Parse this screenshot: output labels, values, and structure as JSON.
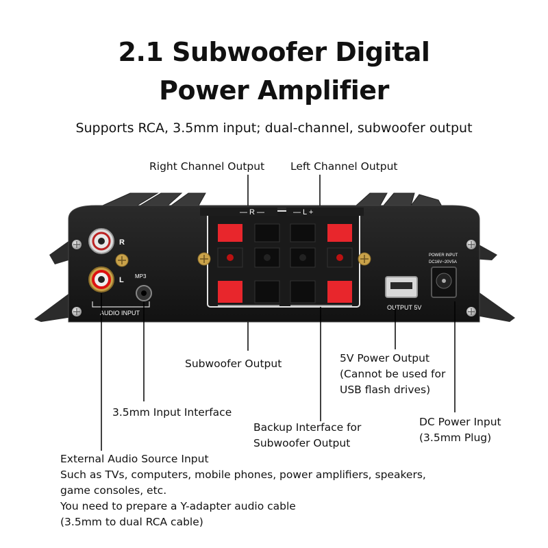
{
  "title_line1": "2.1 Subwoofer Digital",
  "title_line2": "Power Amplifier",
  "subtitle": "Supports RCA, 3.5mm input; dual-channel, subwoofer output",
  "device": {
    "panel_marks": {
      "r": "R",
      "l": "L",
      "left_group": "— R —",
      "right_group": "— L +",
      "plus": "+"
    },
    "mp3": "MP3",
    "audio_input": "AUDIO INPUT",
    "output_5v": "OUTPUT 5V",
    "power_input_1": "POWER INPUT",
    "power_input_2": "DC16V~20V5A"
  },
  "callouts": {
    "right_channel": "Right Channel Output",
    "left_channel": "Left Channel Output",
    "subwoofer": "Subwoofer Output",
    "usb_1": "5V Power Output",
    "usb_2": "(Cannot be used for",
    "usb_3": "USB flash drives)",
    "mm35": "3.5mm Input Interface",
    "backup_1": "Backup Interface for",
    "backup_2": "Subwoofer Output",
    "dc_1": "DC Power Input",
    "dc_2": "(3.5mm Plug)",
    "ext_1": "External Audio Source Input",
    "ext_2": "Such as TVs, computers, mobile phones, power amplifiers, speakers,",
    "ext_3": "game consoles, etc.",
    "ext_4": "You need to prepare a Y-adapter audio cable",
    "ext_5": "(3.5mm to dual RCA cable)"
  },
  "colors": {
    "body": "#1c1c1c",
    "red_clip": "#e8262c",
    "black_clip": "#111111",
    "rca_gold": "#c9a24a"
  }
}
